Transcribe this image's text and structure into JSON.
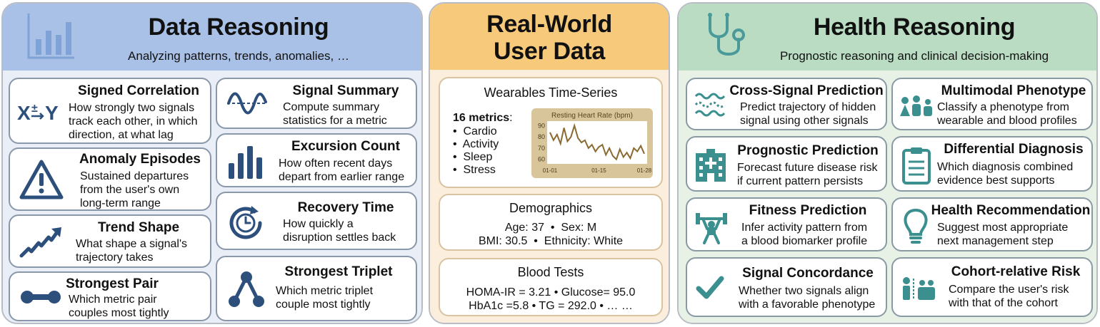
{
  "data_reasoning": {
    "title": "Data Reasoning",
    "subtitle": "Analyzing patterns, trends, anomalies, …",
    "cards": [
      {
        "title": "Signed Correlation",
        "desc": "How strongly two signals\ntrack each other, in which\ndirection, at what lag",
        "icon": "x-plus-minus-y-icon"
      },
      {
        "title": "Anomaly Episodes",
        "desc": "Sustained departures\nfrom the user's own\nlong-term range",
        "icon": "warning-triangle-icon"
      },
      {
        "title": "Trend Shape",
        "desc": "What shape a signal's\ntrajectory takes",
        "icon": "trend-arrow-icon"
      },
      {
        "title": "Strongest Pair",
        "desc": "Which metric pair\ncouples most tightly",
        "icon": "dumbbell-link-icon"
      },
      {
        "title": "Signal Summary",
        "desc": "Compute summary\nstatistics for a metric",
        "icon": "wave-icon"
      },
      {
        "title": "Excursion Count",
        "desc": "How often recent days\ndepart from earlier range",
        "icon": "bar-chart-icon"
      },
      {
        "title": "Recovery Time",
        "desc": "How quickly a\ndisruption settles back",
        "icon": "clock-recovery-icon"
      },
      {
        "title": "Strongest Triplet",
        "desc": "Which metric triplet\ncouple most tightly",
        "icon": "triangle-nodes-icon"
      }
    ]
  },
  "user_data": {
    "title_line1": "Real-World",
    "title_line2": "User Data",
    "wearables": {
      "title": "Wearables Time-Series",
      "metrics_count": "16 metrics",
      "metrics_colon": ":",
      "metrics": [
        "Cardio",
        "Activity",
        "Sleep",
        "Stress"
      ]
    },
    "demographics": {
      "title": "Demographics",
      "line1": "Age: 37  •  Sex: M",
      "line2": "BMI: 30.5  •  Ethnicity: White"
    },
    "blood": {
      "title": "Blood Tests",
      "line1": "HOMA-IR = 3.21 • Glucose= 95.0",
      "line2": "HbA1c =5.8 • TG = 292.0 • … …"
    }
  },
  "health_reasoning": {
    "title": "Health Reasoning",
    "subtitle": "Prognostic reasoning and clinical decision-making",
    "cards": [
      {
        "title": "Cross-Signal Prediction",
        "desc": "Predict trajectory of hidden\nsignal using other signals",
        "icon": "multi-wave-icon"
      },
      {
        "title": "Prognostic Prediction",
        "desc": "Forecast future disease risk\nif current pattern persists",
        "icon": "hospital-icon"
      },
      {
        "title": "Fitness Prediction",
        "desc": "Infer activity pattern from\na blood biomarker profile",
        "icon": "weightlifter-icon"
      },
      {
        "title": "Signal Concordance",
        "desc": "Whether two signals align\nwith a favorable phenotype",
        "icon": "checkmark-icon"
      },
      {
        "title": "Multimodal Phenotype",
        "desc": "Classify a phenotype from\nwearable and blood profiles",
        "icon": "people-group-icon"
      },
      {
        "title": "Differential Diagnosis",
        "desc": "Which diagnosis combined\nevidence best supports",
        "icon": "clipboard-icon"
      },
      {
        "title": "Health Recommendation",
        "desc": "Suggest most appropriate\nnext management step",
        "icon": "lightbulb-icon"
      },
      {
        "title": "Cohort-relative Risk",
        "desc": "Compare the user's risk\nwith that of the cohort",
        "icon": "person-vs-group-icon"
      }
    ]
  },
  "chart_data": {
    "type": "line",
    "title": "Resting Heart Rate (bpm)",
    "x": [
      "01-01",
      "01-02",
      "01-03",
      "01-04",
      "01-05",
      "01-06",
      "01-07",
      "01-08",
      "01-09",
      "01-10",
      "01-11",
      "01-12",
      "01-13",
      "01-14",
      "01-15",
      "01-16",
      "01-17",
      "01-18",
      "01-19",
      "01-20",
      "01-21",
      "01-22",
      "01-23",
      "01-24",
      "01-25",
      "01-26",
      "01-27",
      "01-28"
    ],
    "values": [
      84,
      77,
      82,
      74,
      88,
      76,
      80,
      90,
      79,
      75,
      77,
      70,
      73,
      67,
      71,
      73,
      64,
      70,
      63,
      60,
      69,
      62,
      66,
      61,
      70,
      67,
      72,
      65
    ],
    "x_ticks": [
      "01-01",
      "01-15",
      "01-28"
    ],
    "y_ticks": [
      60,
      70,
      80,
      90
    ],
    "ylim": [
      56,
      94
    ],
    "color": "#8a6a30",
    "background": "#d9c59a"
  }
}
